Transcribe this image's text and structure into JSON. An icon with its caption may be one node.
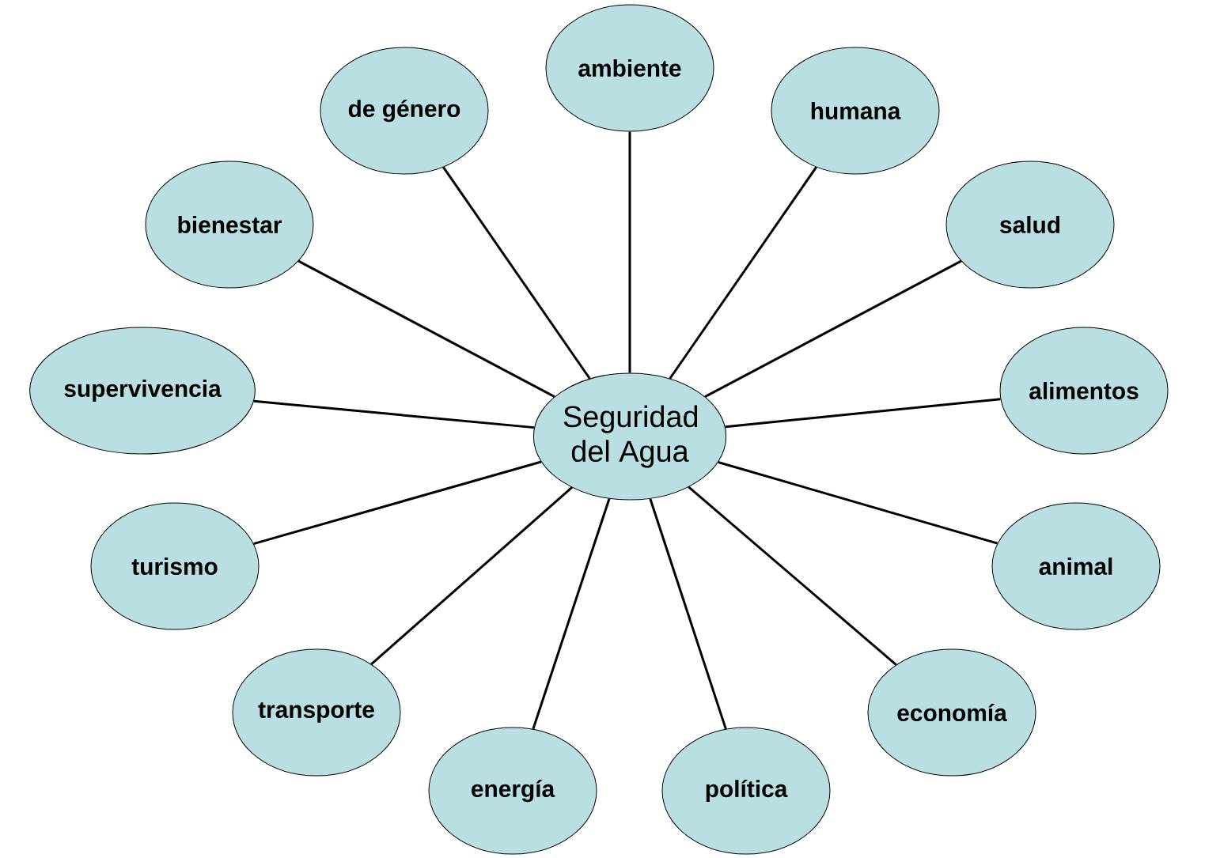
{
  "diagram": {
    "nodes": [
      {
        "text": [
          "Seguridad del Agua"
        ]
      },
      {
        "text": [
          "ambiente"
        ]
      },
      {
        "text": [
          "humana"
        ]
      },
      {
        "text": [
          "salud"
        ]
      },
      {
        "text": [
          "alimentos"
        ]
      },
      {
        "text": [
          "animal"
        ]
      },
      {
        "text": [
          "economía"
        ]
      },
      {
        "text": [
          "política"
        ]
      },
      {
        "text": [
          "energía"
        ]
      },
      {
        "text": [
          "transporte"
        ]
      },
      {
        "text": [
          "turismo"
        ]
      },
      {
        "text": [
          "supervivencia"
        ]
      },
      {
        "text": [
          "bienestar"
        ]
      },
      {
        "text": [
          "de género"
        ]
      }
    ],
    "edges": [
      {
        "from": 0,
        "to": 1,
        "arrow": "none"
      },
      {
        "from": 0,
        "to": 2,
        "arrow": "none"
      },
      {
        "from": 0,
        "to": 3,
        "arrow": "none"
      },
      {
        "from": 0,
        "to": 4,
        "arrow": "none"
      },
      {
        "from": 0,
        "to": 5,
        "arrow": "none"
      },
      {
        "from": 0,
        "to": 6,
        "arrow": "none"
      },
      {
        "from": 0,
        "to": 7,
        "arrow": "none"
      },
      {
        "from": 0,
        "to": 8,
        "arrow": "none"
      },
      {
        "from": 0,
        "to": 9,
        "arrow": "none"
      },
      {
        "from": 0,
        "to": 10,
        "arrow": "none"
      },
      {
        "from": 0,
        "to": 11,
        "arrow": "none"
      },
      {
        "from": 0,
        "to": 12,
        "arrow": "none"
      },
      {
        "from": 0,
        "to": 13,
        "arrow": "none"
      }
    ]
  }
}
